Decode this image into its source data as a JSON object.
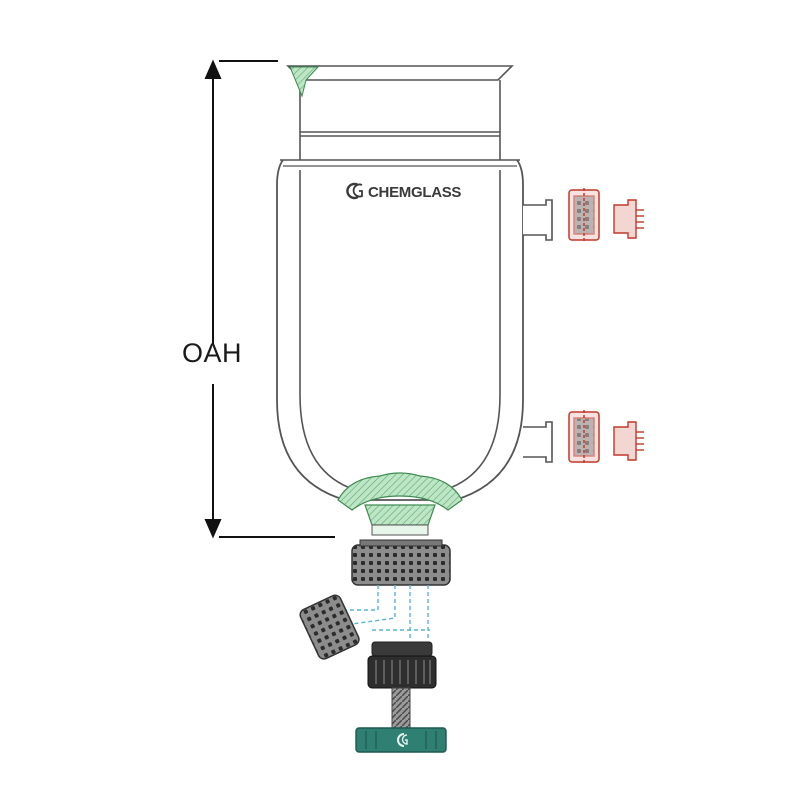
{
  "dimension": {
    "label": "OAH"
  },
  "vessel": {
    "brand": "CHEMGLASS",
    "logo_letter": "G"
  },
  "colors": {
    "glass_outline": "#555555",
    "ptfe_green": "#8fd19e",
    "hose_barb_red": "#d9534f",
    "valve_dark": "#4a4a4a",
    "knob_teal": "#2f7f73",
    "hidden_line_blue": "#5ab4d6"
  }
}
